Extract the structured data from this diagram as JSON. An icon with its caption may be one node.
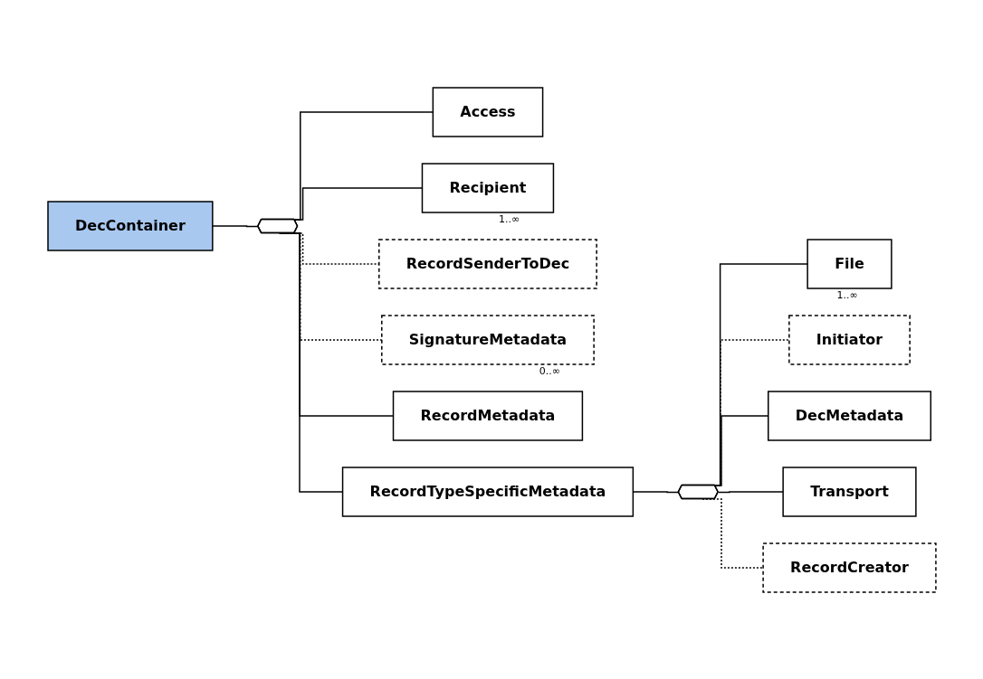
{
  "diagram": {
    "nodes": [
      {
        "text": [
          "DecContainer"
        ]
      },
      {
        "text": [],
        "shape": "hexagon"
      },
      {
        "text": [
          "Access"
        ]
      },
      {
        "text": [
          "Recipient"
        ],
        "beside": [
          "1..∞"
        ]
      },
      {
        "text": [
          "RecordSenderToDec"
        ]
      },
      {
        "text": [
          "SignatureMetadata"
        ],
        "beside": [
          "0..∞"
        ]
      },
      {
        "text": [
          "RecordMetadata"
        ]
      },
      {
        "text": [
          "RecordTypeSpecificMetadata"
        ]
      },
      {
        "text": [],
        "shape": "hexagon"
      },
      {
        "text": [
          "File"
        ],
        "beside": [
          "1..∞"
        ]
      },
      {
        "text": [
          "Initiator"
        ]
      },
      {
        "text": [
          "DecMetadata"
        ]
      },
      {
        "text": [
          "Transport"
        ]
      },
      {
        "text": [
          "RecordCreator"
        ]
      }
    ],
    "edges": [
      {
        "from": 0,
        "to": 1,
        "arrow": "none"
      },
      {
        "from": 1,
        "to": 2,
        "arrow": "none"
      },
      {
        "from": 1,
        "to": 3,
        "arrow": "none"
      },
      {
        "from": 1,
        "to": 4,
        "arrow": "none",
        "style": "dashed"
      },
      {
        "from": 1,
        "to": 5,
        "arrow": "none",
        "style": "dashed"
      },
      {
        "from": 1,
        "to": 6,
        "arrow": "none"
      },
      {
        "from": 1,
        "to": 7,
        "arrow": "none"
      },
      {
        "from": 7,
        "to": 8,
        "arrow": "none"
      },
      {
        "from": 8,
        "to": 9,
        "arrow": "none"
      },
      {
        "from": 8,
        "to": 10,
        "arrow": "none",
        "style": "dashed"
      },
      {
        "from": 8,
        "to": 11,
        "arrow": "none"
      },
      {
        "from": 8,
        "to": 12,
        "arrow": "none"
      },
      {
        "from": 8,
        "to": 13,
        "arrow": "none",
        "style": "dashed"
      }
    ]
  }
}
